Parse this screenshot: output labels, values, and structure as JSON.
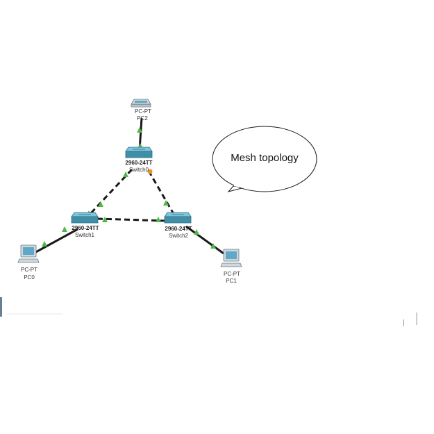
{
  "colors": {
    "link": "#1a1a1a",
    "port_up": "#4cb848",
    "port_pending": "#e8932a",
    "switch_body": "#3f8fa8",
    "switch_top": "#7fc4d8",
    "pc_body": "#cfd8dc",
    "pc_screen": "#5fa8c8"
  },
  "bubble": {
    "text": "Mesh topology"
  },
  "devices": {
    "switch0": {
      "model": "2960-24TT",
      "name": "Switch0"
    },
    "switch1": {
      "model": "2960-24TT",
      "name": "Switch1"
    },
    "switch2": {
      "model": "2960-24TT",
      "name": "Switch2"
    },
    "pc0": {
      "model": "PC-PT",
      "name": "PC0"
    },
    "pc1": {
      "model": "PC-PT",
      "name": "PC1"
    },
    "pc2": {
      "model": "PC-PT",
      "name": "PC2"
    }
  }
}
